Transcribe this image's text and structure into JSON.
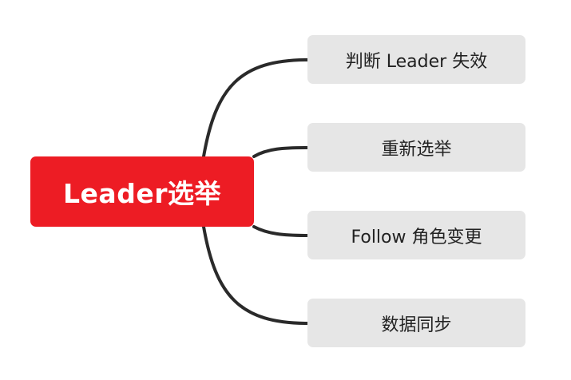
{
  "central_topic": {
    "label": "Leader选举",
    "color": "#ed1c24"
  },
  "branches": [
    {
      "label": "判断 Leader 失效"
    },
    {
      "label": "重新选举"
    },
    {
      "label": "Follow 角色变更"
    },
    {
      "label": "数据同步"
    }
  ],
  "colors": {
    "branch_background": "#e6e6e6",
    "connector": "#2a2a2a"
  }
}
